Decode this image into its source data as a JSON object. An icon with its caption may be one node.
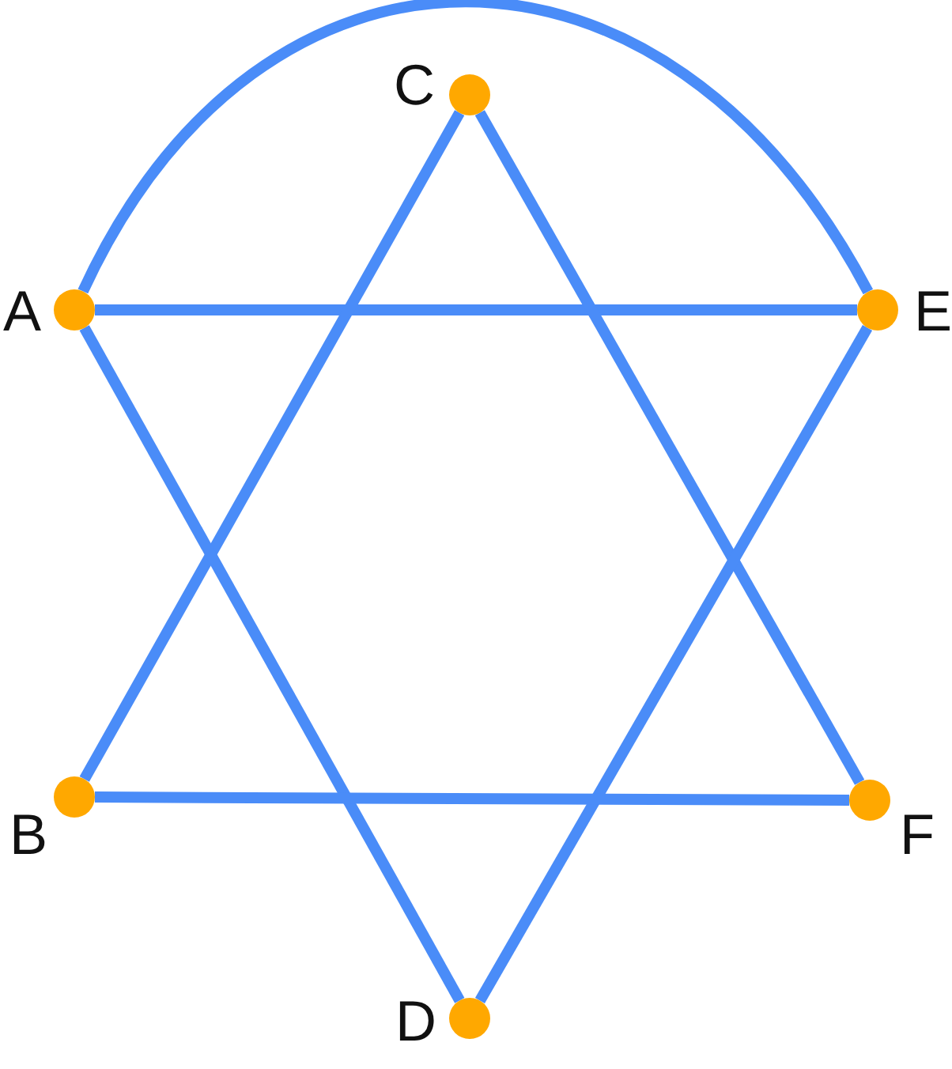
{
  "diagram": {
    "nodes": [
      {
        "text": [],
        "shape": "circle",
        "beside": [
          "C"
        ]
      },
      {
        "text": [],
        "shape": "circle",
        "beside": [
          "A"
        ]
      },
      {
        "text": [],
        "shape": "circle",
        "beside": [
          "E"
        ]
      },
      {
        "text": [],
        "shape": "circle",
        "beside": [
          "B"
        ]
      },
      {
        "text": [],
        "shape": "circle",
        "beside": [
          "F"
        ]
      },
      {
        "text": [],
        "shape": "circle",
        "beside": [
          "D"
        ]
      }
    ],
    "edges": [
      {
        "from": 1,
        "to": 2,
        "arrow": "none"
      },
      {
        "from": 1,
        "to": 2,
        "arrow": "none"
      },
      {
        "from": 0,
        "to": 3,
        "arrow": "none"
      },
      {
        "from": 0,
        "to": 4,
        "arrow": "none"
      },
      {
        "from": 1,
        "to": 5,
        "arrow": "none"
      },
      {
        "from": 2,
        "to": 5,
        "arrow": "none"
      },
      {
        "from": 3,
        "to": 4,
        "arrow": "none"
      }
    ]
  }
}
